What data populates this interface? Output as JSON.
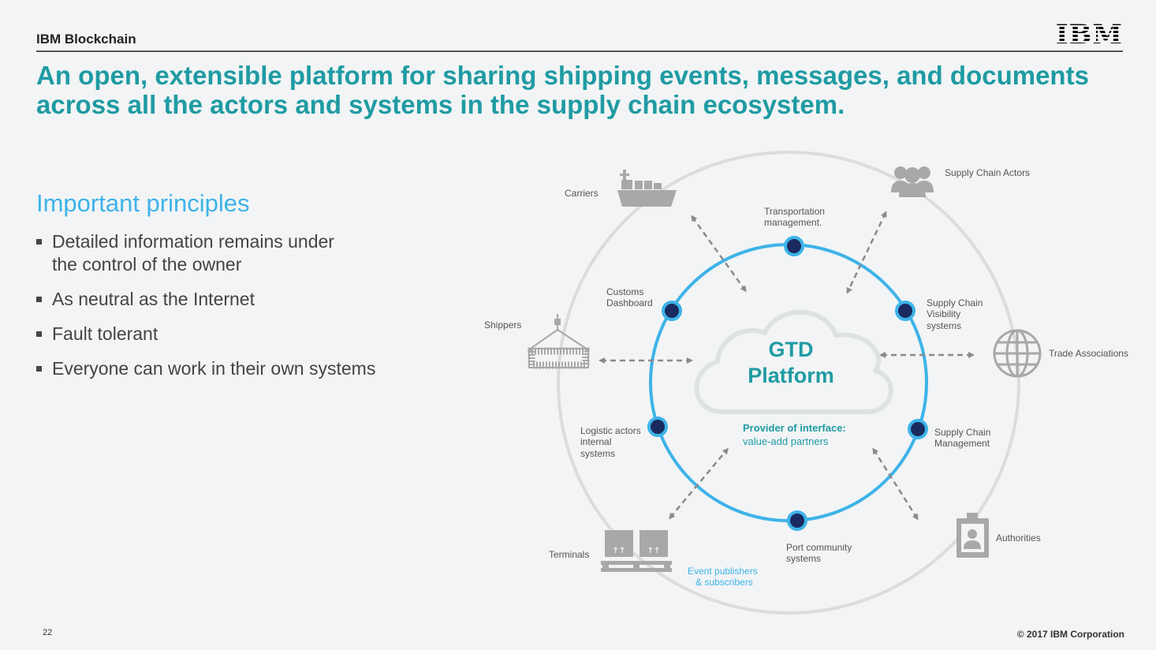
{
  "header": {
    "brand": "IBM Blockchain",
    "logo": "IBM",
    "headline_line1": "An open, extensible platform for sharing shipping events, messages, and documents",
    "headline_line2": "across all the actors and systems in the supply chain ecosystem."
  },
  "principles": {
    "title": "Important principles",
    "items": [
      {
        "line1": "Detailed information remains under",
        "line2": "the control of the owner"
      },
      {
        "line1": "As neutral as the Internet",
        "line2": ""
      },
      {
        "line1": "Fault tolerant",
        "line2": ""
      },
      {
        "line1": "Everyone can work in their own systems",
        "line2": ""
      }
    ]
  },
  "diagram": {
    "center_line1": "GTD",
    "center_line2": "Platform",
    "provider_title": "Provider of interface:",
    "provider_sub": "value-add partners",
    "inner_nodes": {
      "transportation": {
        "line1": "Transportation",
        "line2": "management."
      },
      "customs": {
        "line1": "Customs",
        "line2": "Dashboard"
      },
      "visibility": {
        "line1": "Supply Chain",
        "line2": "Visibility",
        "line3": "systems"
      },
      "logistic": {
        "line1": "Logistic actors",
        "line2": "internal",
        "line3": "systems"
      },
      "scm": {
        "line1": "Supply Chain",
        "line2": "Management"
      },
      "port": {
        "line1": "Port community",
        "line2": "systems"
      }
    },
    "actors": {
      "carriers": "Carriers",
      "supply_chain_actors": "Supply Chain Actors",
      "shippers": "Shippers",
      "trade_associations": "Trade Associations",
      "terminals": "Terminals",
      "authorities": "Authorities"
    },
    "event_line1": "Event publishers",
    "event_line2": "& subscribers",
    "icons": [
      "ship-icon",
      "people-icon",
      "container-crane-icon",
      "globe-icon",
      "pallet-boxes-icon",
      "badge-icon",
      "cloud-icon"
    ],
    "colors": {
      "ring": "#3db3e8",
      "node": "#1a2a5e",
      "teal": "#1f9ba3",
      "gray": "#999999"
    }
  },
  "footer": {
    "page": "22",
    "copyright": "© 2017 IBM Corporation"
  }
}
